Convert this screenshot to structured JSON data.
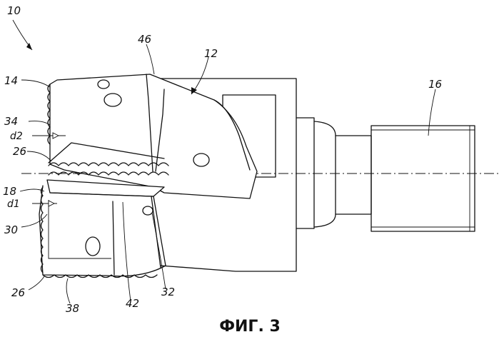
{
  "figure": {
    "caption": "ФИГ. 3",
    "labels": {
      "l10": "10",
      "l46": "46",
      "l12": "12",
      "l14": "14",
      "l16": "16",
      "l34": "34",
      "ld2": "d2",
      "l26a": "26",
      "l18": "18",
      "ld1": "d1",
      "l30": "30",
      "l26b": "26",
      "l38": "38",
      "l42": "42",
      "l32": "32"
    }
  }
}
